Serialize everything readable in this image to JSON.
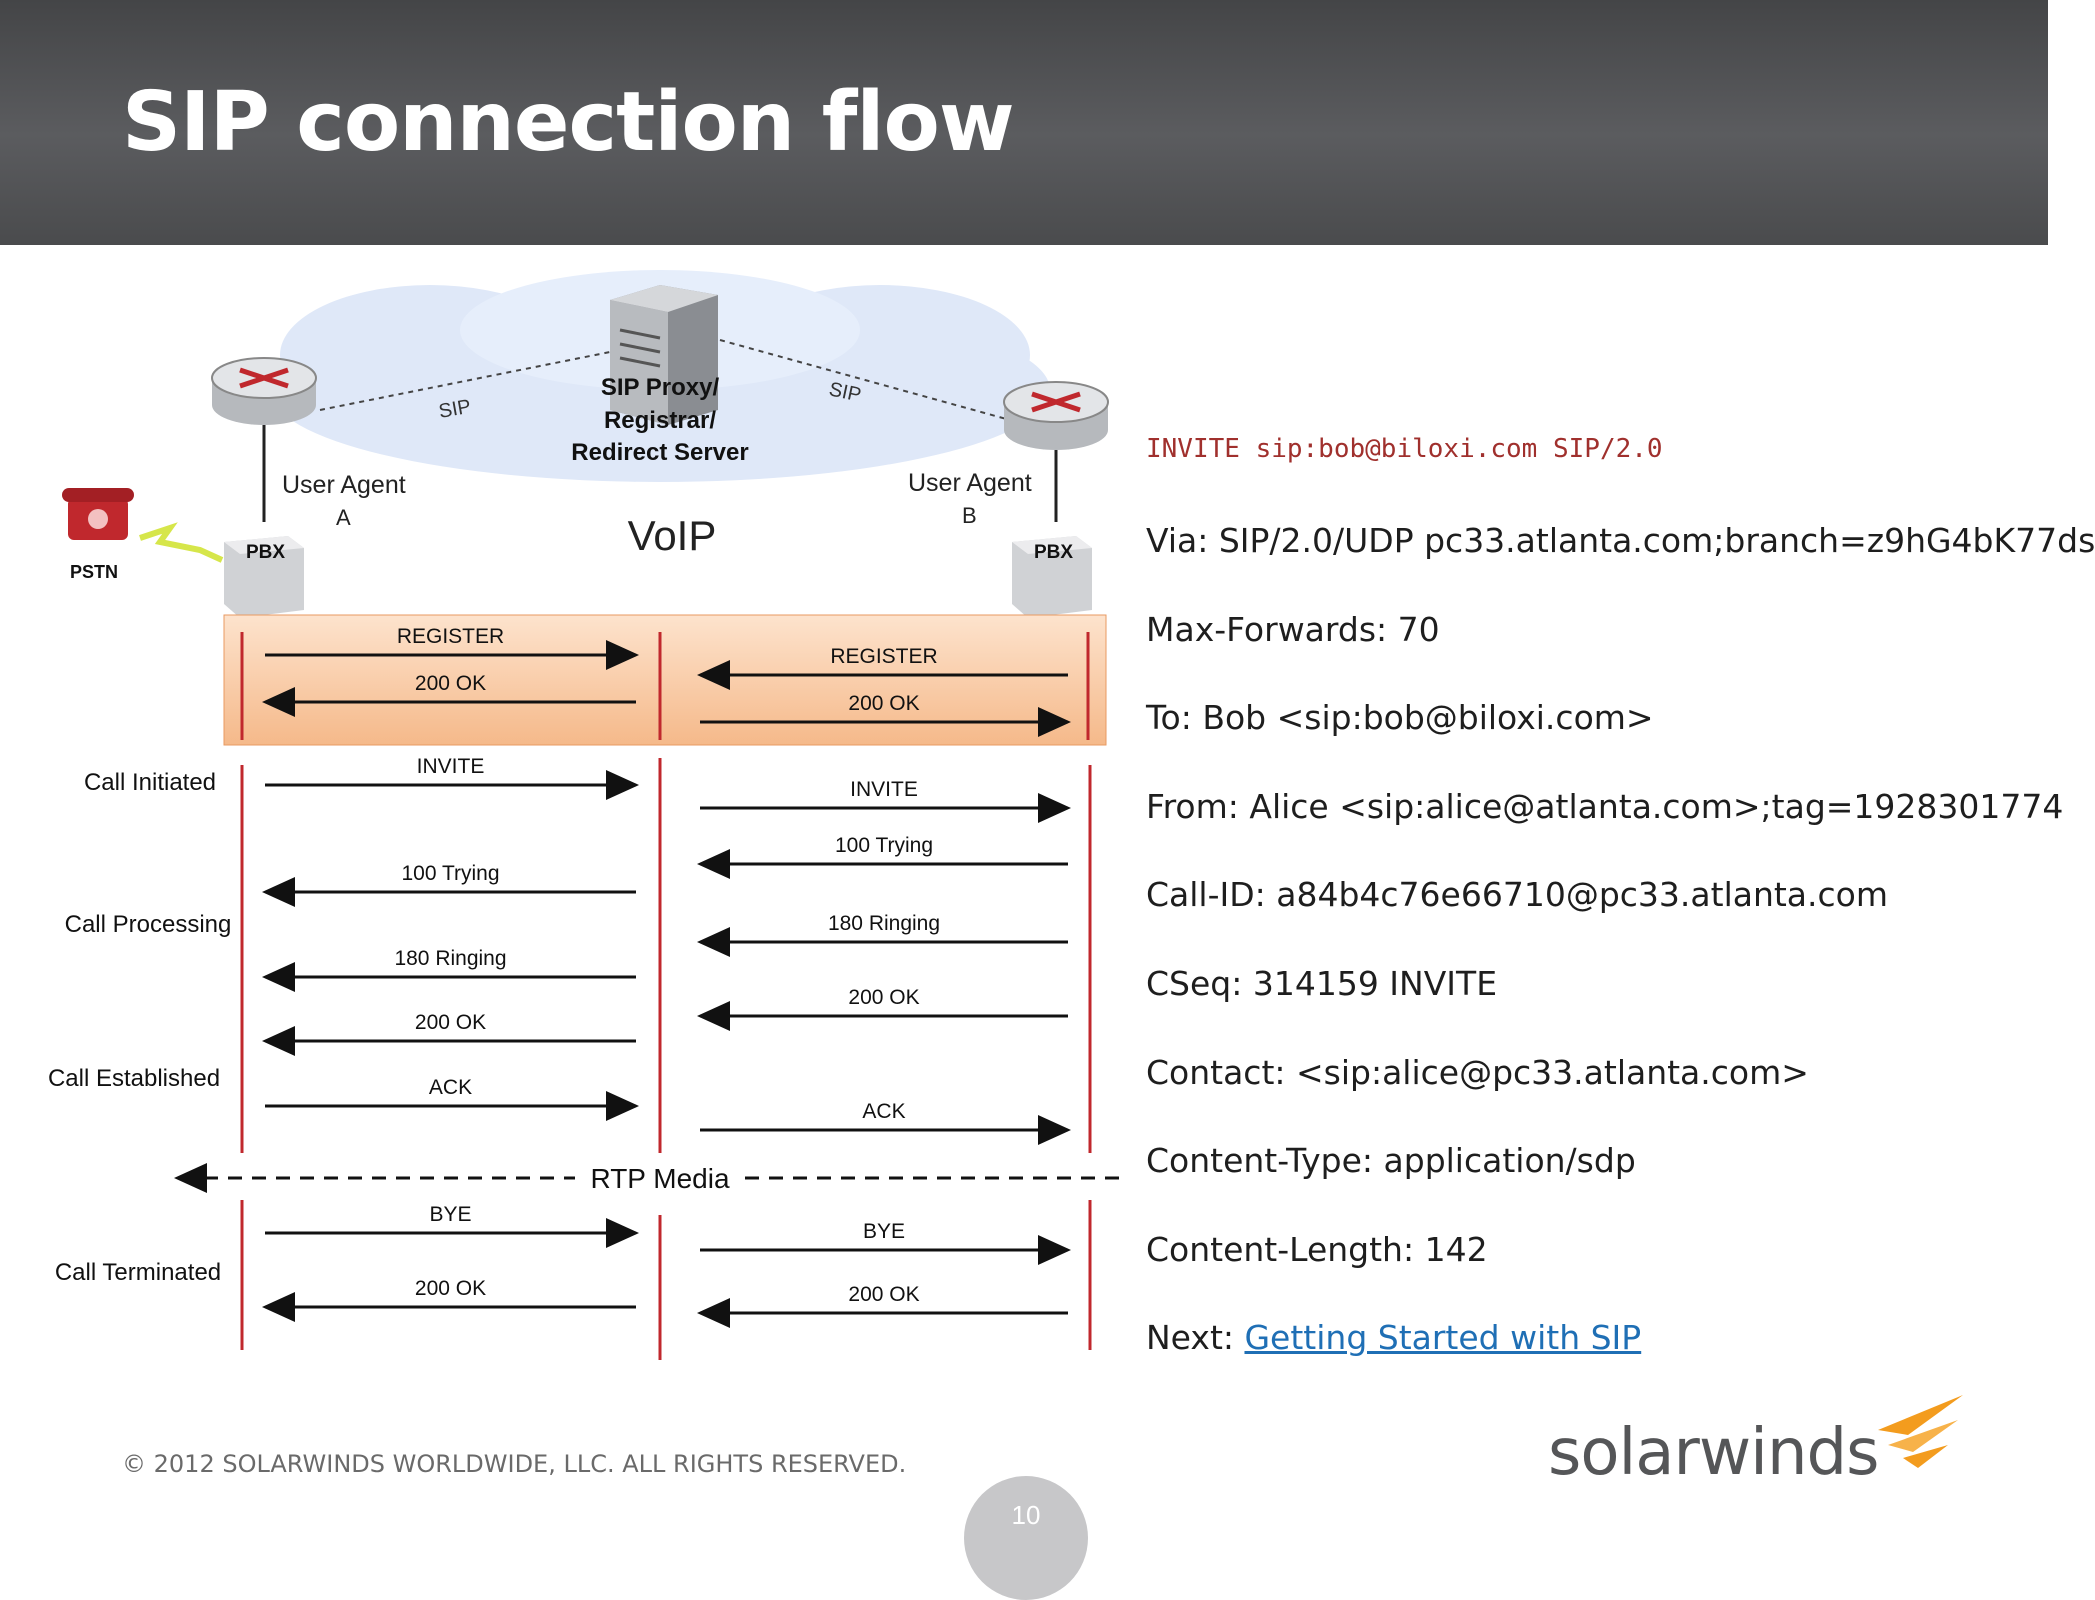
{
  "slide": {
    "title": "SIP connection flow",
    "footer": "© 2012 SOLARWINDS WORLDWIDE, LLC.  ALL RIGHTS RESERVED.",
    "page_number": "10",
    "logo_text": "solarwinds"
  },
  "diagram": {
    "server_label_1": "SIP Proxy/",
    "server_label_2": "Registrar/",
    "server_label_3": "Redirect Server",
    "voip": "VoIP",
    "sip_left": "SIP",
    "sip_right": "SIP",
    "ua_a_1": "User Agent",
    "ua_a_2": "A",
    "ua_b_1": "User Agent",
    "ua_b_2": "B",
    "pbx_left": "PBX",
    "pbx_right": "PBX",
    "pstn": "PSTN",
    "phases": {
      "initiated": "Call Initiated",
      "processing": "Call Processing",
      "established": "Call Established",
      "terminated": "Call Terminated"
    },
    "rtp": "RTP Media",
    "left_messages": [
      "REGISTER",
      "200 OK",
      "INVITE",
      "100 Trying",
      "180 Ringing",
      "200 OK",
      "ACK",
      "BYE",
      "200 OK"
    ],
    "right_messages": [
      "REGISTER",
      "200 OK",
      "INVITE",
      "100 Trying",
      "180 Ringing",
      "200 OK",
      "ACK",
      "BYE",
      "200 OK"
    ]
  },
  "sip_message": {
    "request_line": "INVITE sip:bob@biloxi.com SIP/2.0",
    "via": "Via: SIP/2.0/UDP pc33.atlanta.com;branch=z9hG4bK77ds",
    "max_forwards": "Max-Forwards: 70",
    "to": "To: Bob <sip:bob@biloxi.com>",
    "from": "From: Alice <sip:alice@atlanta.com>;tag=1928301774",
    "call_id": "Call-ID: a84b4c76e66710@pc33.atlanta.com",
    "cseq": "CSeq: 314159 INVITE",
    "contact": "Contact: <sip:alice@pc33.atlanta.com>",
    "content_type": "Content-Type: application/sdp",
    "content_length": "Content-Length: 142",
    "next_label": "Next: ",
    "next_link": "Getting Started with SIP"
  },
  "colors": {
    "lifeline": "#c0282d",
    "register_band": "#f7c9a6",
    "cloud": "#dde7f7",
    "logo_orange": "#f39c1e"
  }
}
